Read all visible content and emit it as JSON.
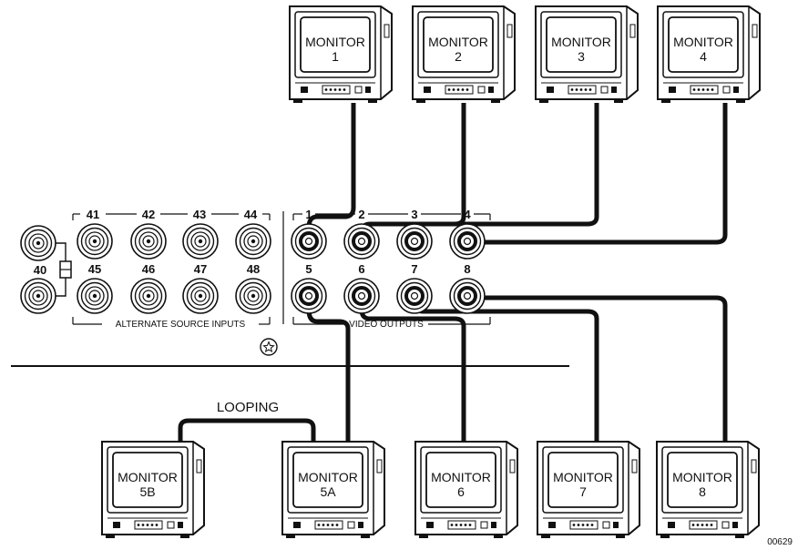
{
  "monitors_top": [
    {
      "line1": "MONITOR",
      "line2": "1"
    },
    {
      "line1": "MONITOR",
      "line2": "2"
    },
    {
      "line1": "MONITOR",
      "line2": "3"
    },
    {
      "line1": "MONITOR",
      "line2": "4"
    }
  ],
  "monitors_bottom": [
    {
      "line1": "MONITOR",
      "line2": "5B"
    },
    {
      "line1": "MONITOR",
      "line2": "5A"
    },
    {
      "line1": "MONITOR",
      "line2": "6"
    },
    {
      "line1": "MONITOR",
      "line2": "7"
    },
    {
      "line1": "MONITOR",
      "line2": "8"
    }
  ],
  "alt_inputs": {
    "single": "40",
    "top": [
      "41",
      "42",
      "43",
      "44"
    ],
    "bottom": [
      "45",
      "46",
      "47",
      "48"
    ],
    "caption": "ALTERNATE SOURCE INPUTS"
  },
  "video_outputs": {
    "top": [
      "1",
      "2",
      "3",
      "4"
    ],
    "bottom": [
      "5",
      "6",
      "7",
      "8"
    ],
    "caption": "VIDEO OUTPUTS"
  },
  "looping_label": "LOOPING",
  "figure_code": "00629"
}
